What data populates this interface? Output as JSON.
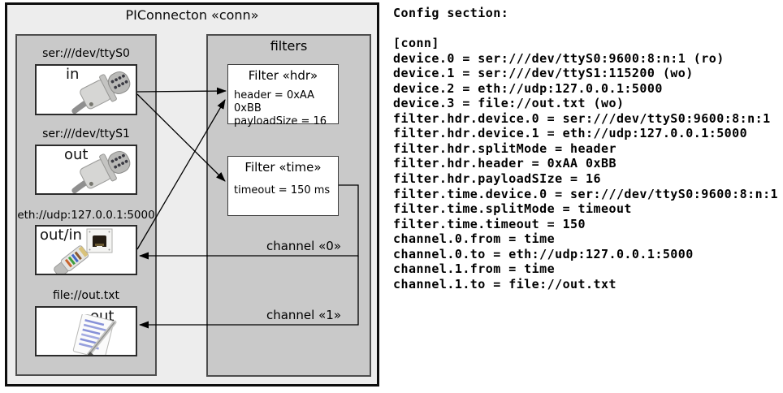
{
  "diagram": {
    "title": "PIConnecton «conn»",
    "devices": [
      {
        "uri": "ser:///dev/ttyS0",
        "mode": "in",
        "icon": "serial-connector-icon"
      },
      {
        "uri": "ser:///dev/ttyS1",
        "mode": "out",
        "icon": "serial-connector-icon"
      },
      {
        "uri": "eth://udp:127.0.0.1:5000",
        "mode": "out/in",
        "icon": "ethernet-connector-icon"
      },
      {
        "uri": "file://out.txt",
        "mode": "out",
        "icon": "notepad-icon"
      }
    ],
    "filters_panel": {
      "title": "filters",
      "filters": [
        {
          "title": "Filter «hdr»",
          "attrs": [
            "header = 0xAA 0xBB",
            "payloadSize = 16"
          ]
        },
        {
          "title": "Filter «time»",
          "attrs": [
            "timeout = 150 ms"
          ]
        }
      ]
    },
    "channels": [
      {
        "label": "channel «0»"
      },
      {
        "label": "channel «1»"
      }
    ]
  },
  "config": {
    "heading": "Config section:",
    "lines": [
      "[conn]",
      "device.0 = ser:///dev/ttyS0:9600:8:n:1 (ro)",
      "device.1 = ser:///dev/ttyS1:115200 (wo)",
      "device.2 = eth://udp:127.0.0.1:5000",
      "device.3 = file://out.txt (wo)",
      "filter.hdr.device.0 = ser:///dev/ttyS0:9600:8:n:1",
      "filter.hdr.device.1 = eth://udp:127.0.0.1:5000",
      "filter.hdr.splitMode = header",
      "filter.hdr.header = 0xAA 0xBB",
      "filter.hdr.payloadSIze = 16",
      "filter.time.device.0 = ser:///dev/ttyS0:9600:8:n:1",
      "filter.time.splitMode = timeout",
      "filter.time.timeout = 150",
      "channel.0.from = time",
      "channel.0.to = eth://udp:127.0.0.1:5000",
      "channel.1.from = time",
      "channel.1.to = file://out.txt"
    ]
  },
  "colors": {
    "outer_fill": "#ededed",
    "panel_fill": "#c9c9c9",
    "box_fill": "#ffffff",
    "line": "#000000"
  }
}
